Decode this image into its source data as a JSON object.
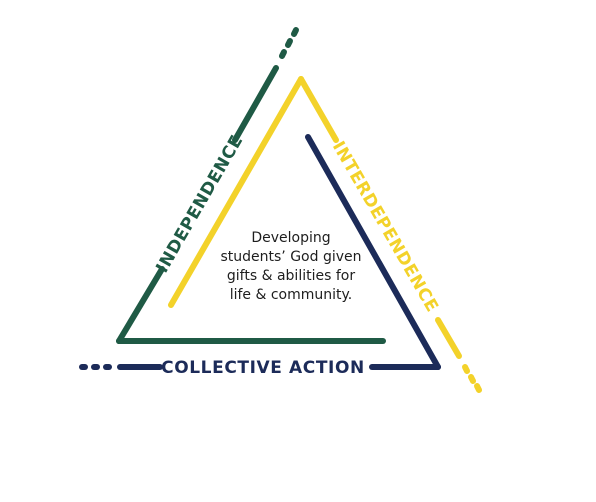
{
  "diagram": {
    "labels": {
      "independence": "INDEPENDENCE",
      "interdependence": "INTERDEPENDENCE",
      "collective_action": "COLLECTIVE ACTION"
    },
    "center_text": {
      "line1": "Developing",
      "line2": "students’ God given",
      "line3": "gifts & abilities for",
      "line4": "life & community."
    },
    "colors": {
      "green": "#1f5a45",
      "yellow": "#f3d22a",
      "navy": "#1c2b59",
      "text": "#1e1e1e"
    }
  }
}
